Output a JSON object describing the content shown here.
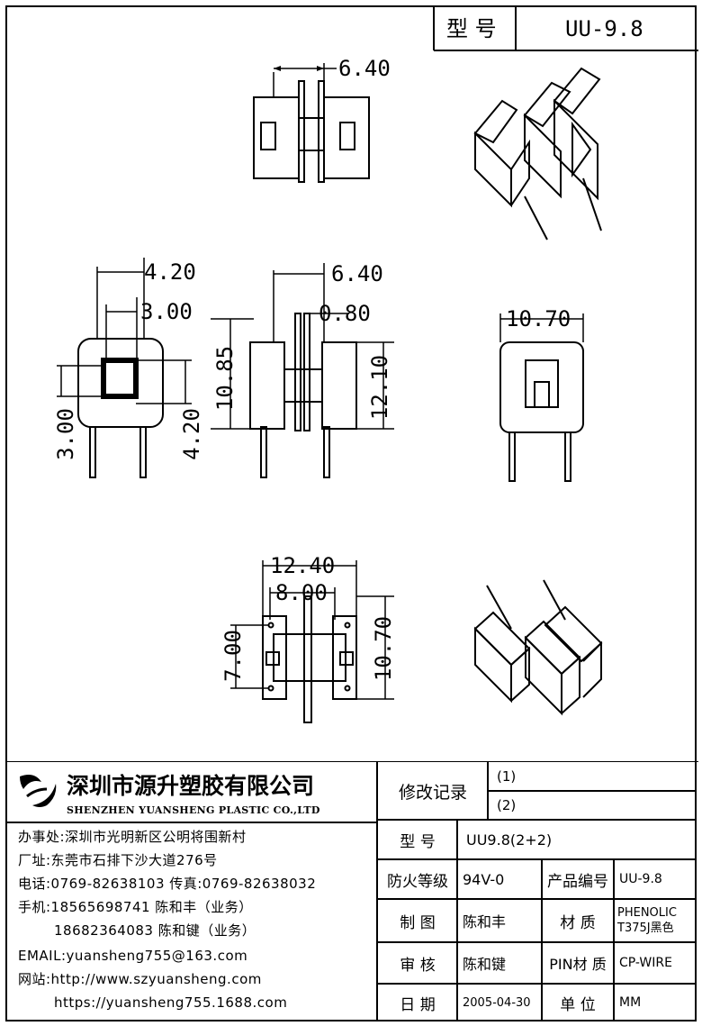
{
  "title_block": {
    "model_label": "型 号",
    "model_value": "UU-9.8"
  },
  "dimensions": {
    "top_width": "6.40",
    "left_outer_width": "4.20",
    "left_inner_width": "3.00",
    "left_inner_height": "3.00",
    "left_outer_height": "4.20",
    "side_width": "6.40",
    "side_gap": "0.80",
    "side_height_left": "10.85",
    "side_height_right": "12.10",
    "front_width": "10.70",
    "bottom_width_outer": "12.40",
    "bottom_width_inner": "8.00",
    "bottom_height_left": "7.00",
    "bottom_height_right": "10.70"
  },
  "company": {
    "name_cn": "深圳市源升塑胶有限公司",
    "name_en": "SHENZHEN YUANSHENG PLASTIC CO.,LTD",
    "office": "办事处:深圳市光明新区公明将围新村",
    "factory": "厂址:东莞市石排下沙大道276号",
    "phone": "电话:0769-82638103 传真:0769-82638032",
    "mobile1": "手机:18565698741 陈和丰（业务）",
    "mobile2": "18682364083 陈和键（业务）",
    "email": "EMAIL:yuansheng755@163.com",
    "website": "网站:http://www.szyuansheng.com",
    "website2": "https://yuansheng755.1688.com"
  },
  "spec_table": {
    "revision_label": "修改记录",
    "revision_1": "(1)",
    "revision_2": "(2)",
    "model_label": "型 号",
    "model_value": "UU9.8(2+2)",
    "fire_label": "防火等级",
    "fire_value": "94V-0",
    "product_no_label": "产品编号",
    "product_no_value": "UU-9.8",
    "drawn_label": "制 图",
    "drawn_value": "陈和丰",
    "material_label": "材 质",
    "material_value_1": "PHENOLIC",
    "material_value_2": "T375J黑色",
    "review_label": "审 核",
    "review_value": "陈和键",
    "pin_material_label": "PIN材 质",
    "pin_material_value": "CP-WIRE",
    "date_label": "日 期",
    "date_value": "2005-04-30",
    "unit_label": "单 位",
    "unit_value": "MM"
  }
}
